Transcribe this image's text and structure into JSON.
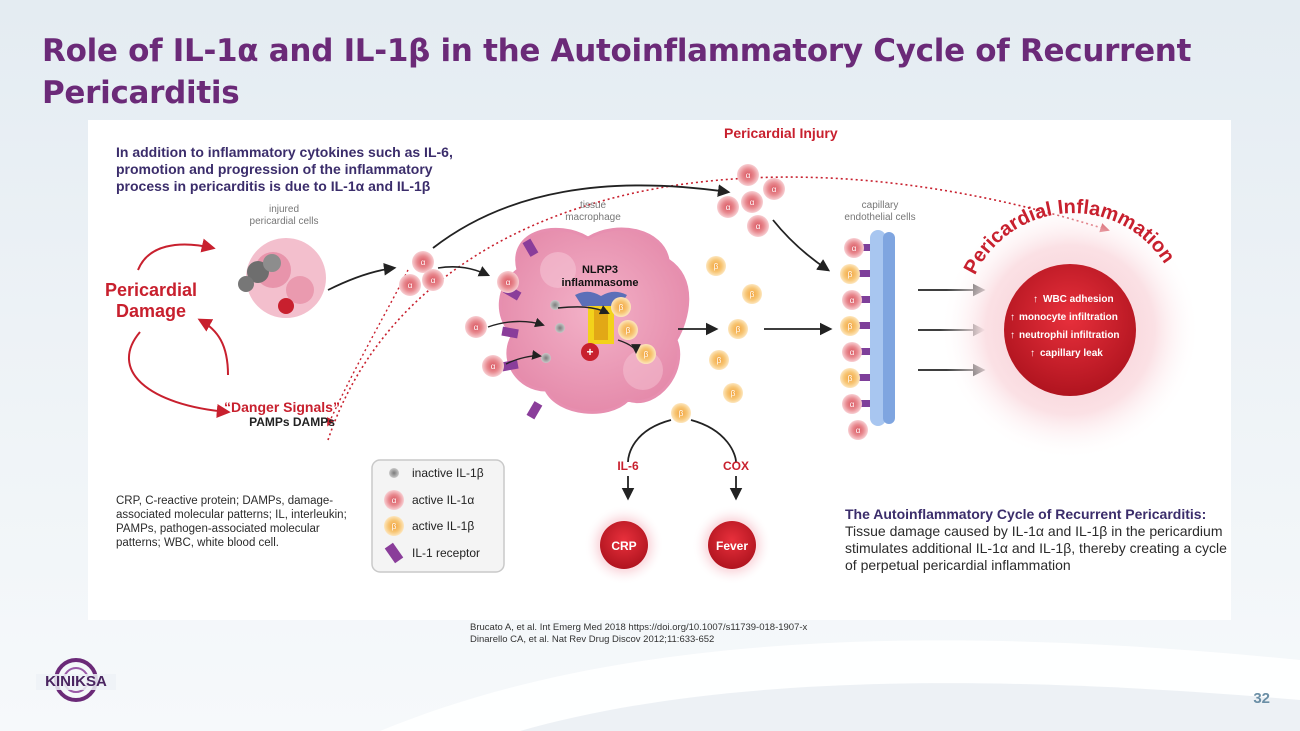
{
  "slide": {
    "title": "Role of IL-1α and IL-1β in the Autoinflammatory Cycle of Recurrent Pericarditis",
    "intro_note": "In addition to inflammatory cytokines such as IL-6, promotion and progression of the inflammatory process in pericarditis is due to IL-1α and IL-1β",
    "page_number": "32"
  },
  "diagram": {
    "pericardial_injury": "Pericardial Injury",
    "injured_cells": [
      "injured",
      "pericardial cells"
    ],
    "tissue_macrophage": [
      "tissue",
      "macrophage"
    ],
    "capillary_cells": [
      "capillary",
      "endothelial cells"
    ],
    "nlrp3": [
      "NLRP3",
      "inflammasome"
    ],
    "pericardial_damage": [
      "Pericardial",
      "Damage"
    ],
    "danger_signals": "“Danger Signals”",
    "pamps_damps": "PAMPs  DAMPs",
    "il6": "IL-6",
    "cox": "COX",
    "crp": "CRP",
    "fever": "Fever",
    "inflammation_arc": "Pericardial Inflammation",
    "effects": [
      "WBC adhesion",
      "monocyte infiltration",
      "neutrophil infiltration",
      "capillary leak"
    ],
    "alpha_symbol": "α",
    "beta_symbol": "β"
  },
  "legend": {
    "items": [
      "inactive IL-1β",
      "active IL-1α",
      "active IL-1β",
      "IL-1 receptor"
    ]
  },
  "abbreviations": "CRP, C-reactive protein; DAMPs, damage-associated molecular patterns; IL, interleukin; PAMPs, pathogen-associated molecular patterns; WBC, white blood cell.",
  "cycle": {
    "heading": "The Autoinflammatory Cycle of Recurrent Pericarditis:",
    "body": "Tissue damage caused by IL-1α and IL-1β in the pericardium stimulates additional IL-1α and IL-1β, thereby creating a cycle of perpetual pericardial inflammation"
  },
  "citations": [
    "Brucato A, et al. Int Emerg Med 2018 https://doi.org/10.1007/s11739-018-1907-x",
    "Dinarello CA, et al. Nat Rev Drug Discov 2012;11:633-652"
  ],
  "logo": {
    "text": "KINIKSA"
  },
  "colors": {
    "title": "#6b2a78",
    "accent_red": "#c8202e",
    "navy": "#3b2d6b"
  }
}
